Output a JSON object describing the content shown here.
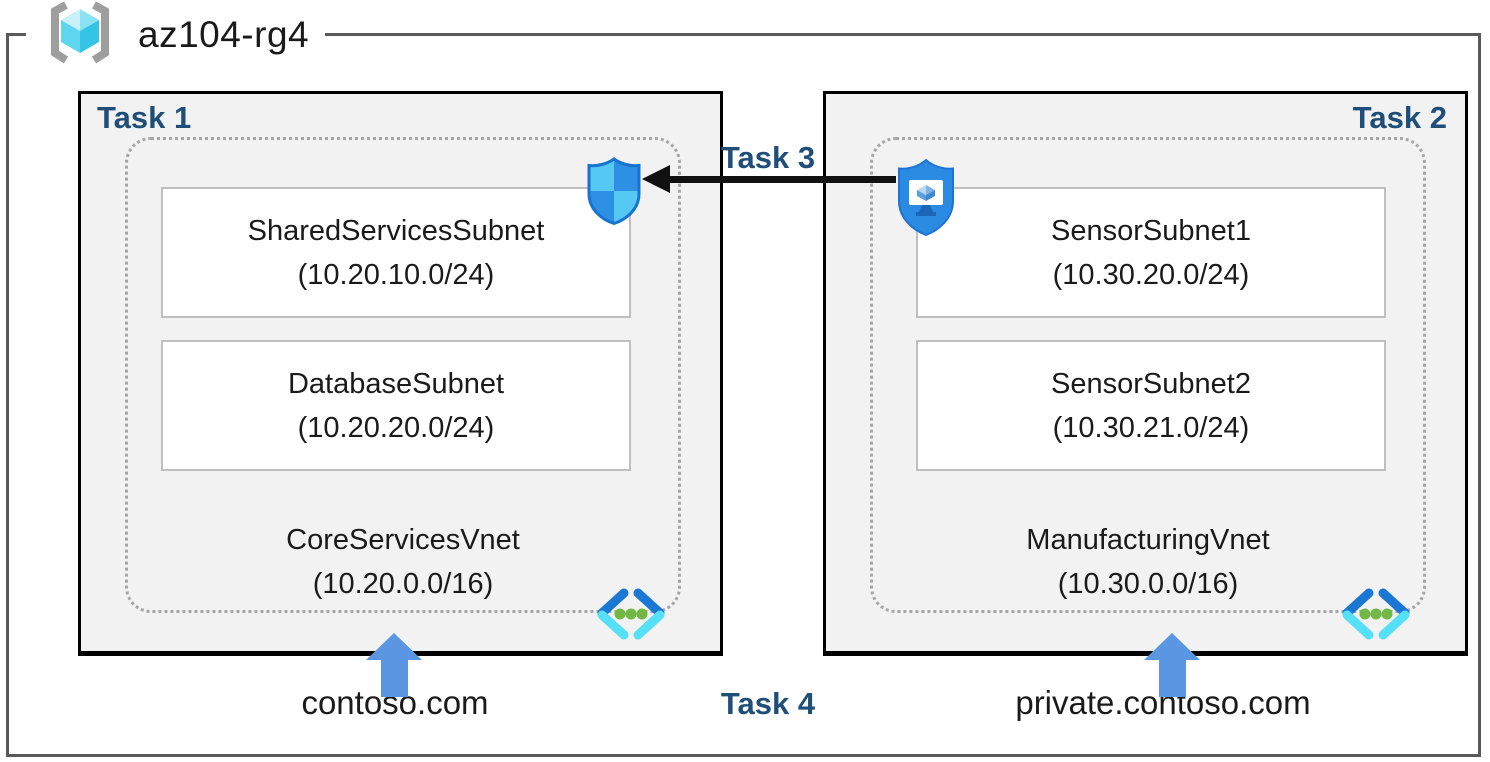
{
  "resource_group": {
    "name": "az104-rg4",
    "icon": "resource-group-icon"
  },
  "labels": {
    "task1": "Task 1",
    "task2": "Task 2",
    "task3": "Task 3",
    "task4": "Task 4"
  },
  "vnets": [
    {
      "task": "Task 1",
      "name": "CoreServicesVnet",
      "cidr": "(10.20.0.0/16)",
      "dns": "contoso.com",
      "subnets": [
        {
          "name": "SharedServicesSubnet",
          "cidr": "(10.20.10.0/24)"
        },
        {
          "name": "DatabaseSubnet",
          "cidr": "(10.20.20.0/24)"
        }
      ]
    },
    {
      "task": "Task 2",
      "name": "ManufacturingVnet",
      "cidr": "(10.30.0.0/16)",
      "dns": "private.contoso.com",
      "subnets": [
        {
          "name": "SensorSubnet1",
          "cidr": "(10.30.20.0/24)"
        },
        {
          "name": "SensorSubnet2",
          "cidr": "(10.30.21.0/24)"
        }
      ]
    }
  ],
  "icons": {
    "nsg": "network-security-group-shield-icon",
    "bastion": "bastion-shield-monitor-icon",
    "vnet": "virtual-network-chevrons-icon",
    "resource_group": "resource-group-brackets-cube-icon"
  },
  "colors": {
    "task_label": "#1F4E79",
    "box_fill": "#F2F2F2",
    "box_border": "#000000",
    "outer_border": "#595959",
    "dashed_border": "#A6A6A6",
    "subnet_border": "#BFBFBF",
    "arrow_blue": "#5A96E1",
    "arrow_black": "#111111",
    "icon_dark_blue": "#1B77D4",
    "icon_mid_blue": "#2E90E5",
    "icon_cyan": "#55C8F3",
    "icon_green": "#71B844"
  }
}
